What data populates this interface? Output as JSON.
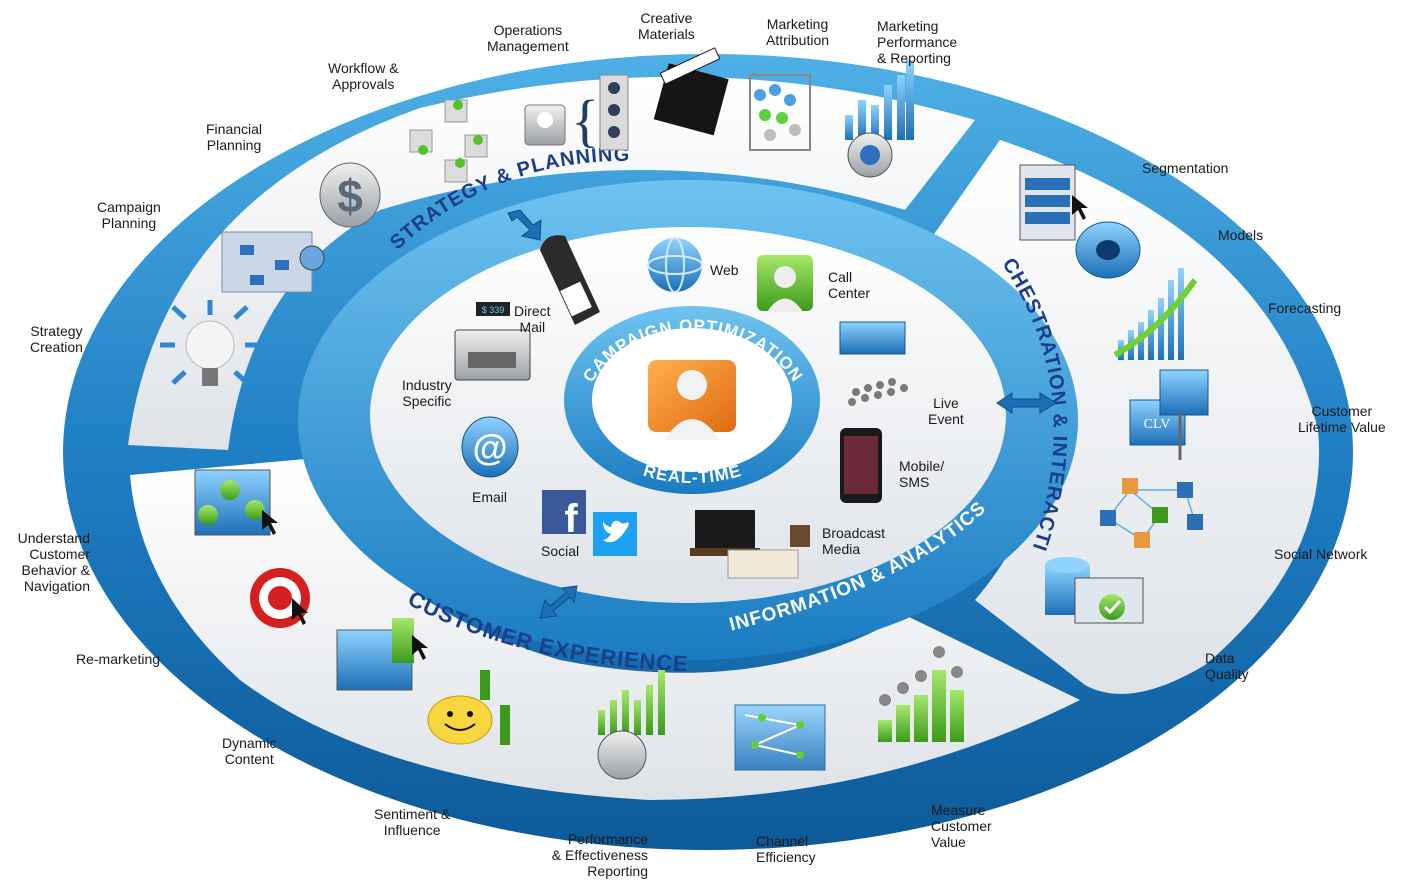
{
  "center": {
    "top": "CAMPAIGN OPTIMIZATION",
    "bottom": "REAL-TIME"
  },
  "rings": {
    "strategy": "STRATEGY & PLANNING",
    "orchestration": "ORCHESTRATION & INTERACTION",
    "customer": "CUSTOMER EXPERIENCE",
    "analytics": "INFORMATION & ANALYTICS"
  },
  "channels": {
    "web": "Web",
    "call_center": "Call\nCenter",
    "direct_mail": "Direct\nMail",
    "industry_specific": "Industry\nSpecific",
    "live_event": "Live\nEvent",
    "email": "Email",
    "mobile_sms": "Mobile/\nSMS",
    "social": "Social",
    "broadcast_media": "Broadcast\nMedia"
  },
  "strategy_items": {
    "operations_management": "Operations\nManagement",
    "creative_materials": "Creative\nMaterials",
    "marketing_attribution": "Marketing\nAttribution",
    "marketing_performance": "Marketing\nPerformance\n& Reporting",
    "workflow_approvals": "Workflow &\nApprovals",
    "financial_planning": "Financial\nPlanning",
    "campaign_planning": "Campaign\nPlanning",
    "strategy_creation": "Strategy\nCreation"
  },
  "orchestration_items": {
    "segmentation": "Segmentation",
    "models": "Models",
    "forecasting": "Forecasting",
    "customer_lifetime_value": "Customer\nLifetime Value",
    "social_network": "Social Network",
    "data_quality": "Data\nQuality"
  },
  "customer_items": {
    "understand_behavior": "Understand\nCustomer\nBehavior &\nNavigation",
    "remarketing": "Re-marketing",
    "dynamic_content": "Dynamic\nContent",
    "sentiment_influence": "Sentiment &\nInfluence",
    "performance_reporting": "Performance\n& Effectiveness\nReporting",
    "channel_efficiency": "Channel\nEfficiency",
    "measure_customer_value": "Measure\nCustomer\nValue"
  },
  "icon_text": {
    "register_display": "$ 339",
    "clv": "CLV"
  },
  "colors": {
    "ring_blue": "#1f7fc4",
    "ring_dark": "#0d5a99",
    "center_orange": "#f08a1e",
    "panel_white": "#f4f6f8",
    "text_dark": "#1a1a1a"
  }
}
